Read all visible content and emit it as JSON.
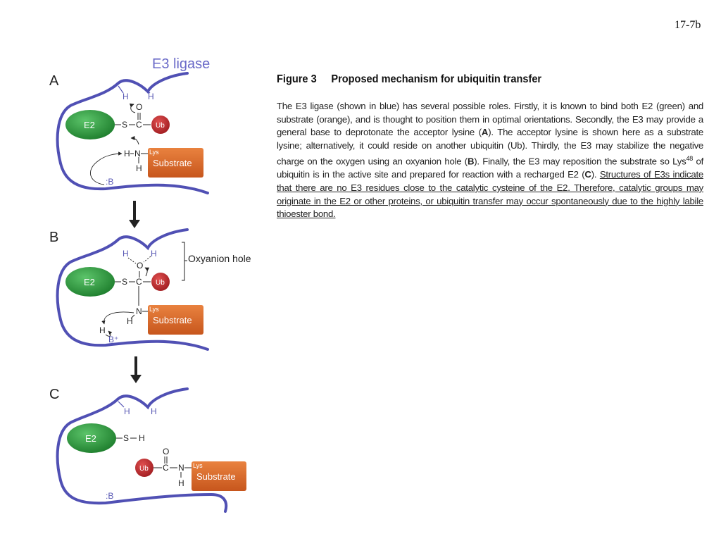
{
  "slide_number": "17-7b",
  "diagram": {
    "e3_label": "E3 ligase",
    "panels": [
      "A",
      "B",
      "C"
    ],
    "e2": "E2",
    "ub": "Ub",
    "substrate": "Substrate",
    "lys": "Lys",
    "oxyanion_hole": "Oxyanion hole",
    "atoms": {
      "H": "H",
      "O": "O",
      "S": "S",
      "C": "C",
      "N": "N",
      "B": ":B",
      "Bplus": "B⁺"
    }
  },
  "caption": {
    "figure": "Figure 3",
    "title": "Proposed mechanism for ubiquitin transfer",
    "p1": "The E3 ligase (shown in blue) has several possible roles. Firstly, it is known to bind both E2 (green) and substrate (orange), and is thought to position them in optimal orientations. Secondly, the E3 may provide a general base to deprotonate the acceptor lysine (",
    "mA": "A",
    "p2": "). The acceptor lysine is shown here as a substrate lysine; alternatively, it could reside on another ubiquitin (Ub). Thirdly, the E3 may stabilize the negative charge on the oxygen using an oxyanion hole (",
    "mB": "B",
    "p3": "). Finally, the E3 may reposition the substrate so Lys",
    "sup": "48",
    "p4": " of ubiquitin is in the active site and prepared for reaction with a recharged E2 (",
    "mC": "C",
    "p5": "). ",
    "underlined": "Structures of E3s indicate that there are no E3 residues close to the catalytic cysteine of the E2. Therefore, catalytic groups may originate in the E2 or other proteins, or ubiquitin transfer may occur spontaneously due to the highly labile thioester bond."
  },
  "colors": {
    "e3": "#5050b4",
    "e2": "#2e9a3c",
    "ub": "#c0282c",
    "substrate": "#d8662a"
  }
}
